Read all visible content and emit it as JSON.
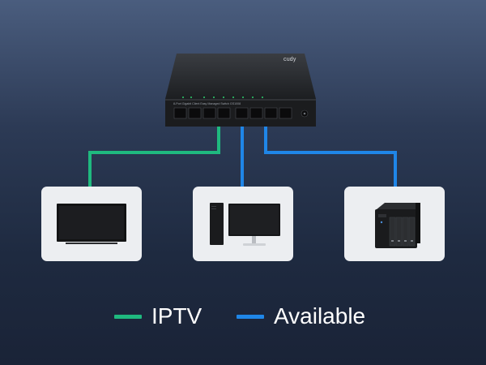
{
  "switch": {
    "brand": "cudy",
    "model_text": "8-Port Gigabit Client Easy Managed Switch  GS1008"
  },
  "colors": {
    "iptv": "#1fb97f",
    "available": "#1f86e8",
    "card": "#eceef1"
  },
  "devices": [
    {
      "name": "TV",
      "connection": "IPTV"
    },
    {
      "name": "Desktop PC",
      "connection": "Available"
    },
    {
      "name": "NAS",
      "connection": "Available"
    }
  ],
  "legend": {
    "iptv_label": "IPTV",
    "available_label": "Available"
  }
}
